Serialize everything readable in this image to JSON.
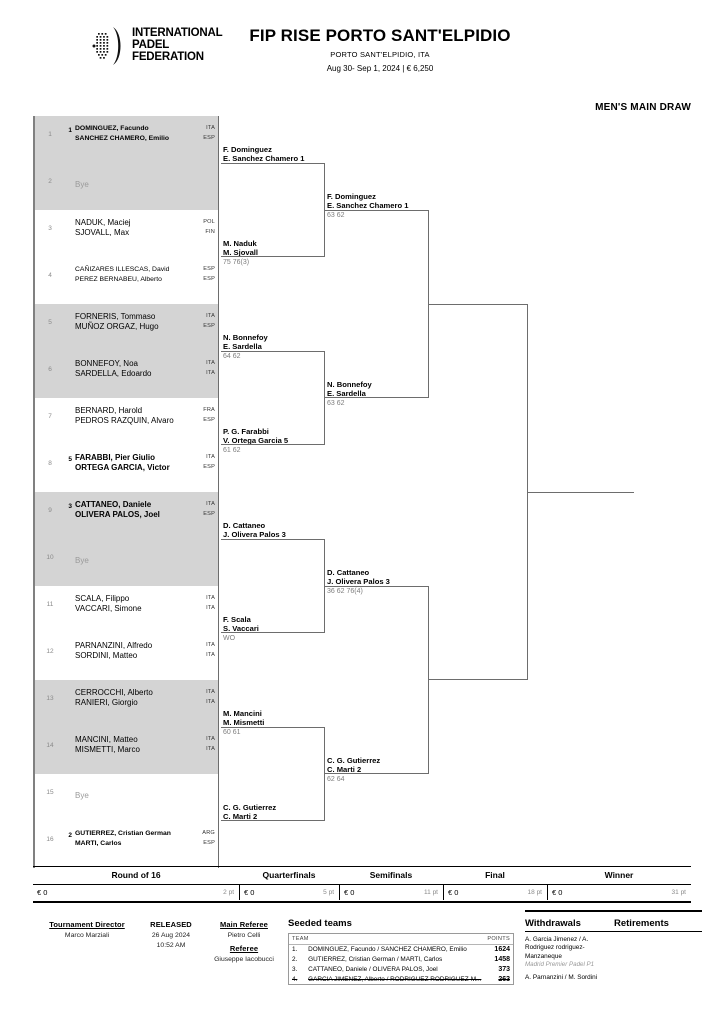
{
  "header": {
    "logo_icon": "ipf-logo-icon",
    "logo_line1": "INTERNATIONAL",
    "logo_line2": "PADEL",
    "logo_line3": "FEDERATION",
    "title": "FIP RISE PORTO SANT'ELPIDIO",
    "city": "PORTO SANT'ELPIDIO, ITA",
    "dates": "Aug 30- Sep 1, 2024  |  € 6,250",
    "draw_label": "MEN'S MAIN DRAW"
  },
  "round1": [
    {
      "line": "1",
      "seed": "1",
      "bold": true,
      "small": true,
      "p1": "DOMINGUEZ, Facundo",
      "p2": "SANCHEZ CHAMERO, Emilio",
      "f1": "ITA",
      "f2": "ESP"
    },
    {
      "line": "2",
      "seed": "",
      "bye": true,
      "bye_text": "Bye"
    },
    {
      "line": "3",
      "seed": "",
      "bold": false,
      "small": false,
      "p1": "NADUK, Maciej",
      "p2": "SJOVALL, Max",
      "f1": "POL",
      "f2": "FIN"
    },
    {
      "line": "4",
      "seed": "",
      "bold": false,
      "small": true,
      "p1": "CAÑIZARES ILLESCAS, David",
      "p2": "PEREZ BERNABEU, Alberto",
      "f1": "ESP",
      "f2": "ESP"
    },
    {
      "line": "5",
      "seed": "",
      "bold": false,
      "small": false,
      "p1": "FORNERIS, Tommaso",
      "p2": "MUÑOZ ORGAZ, Hugo",
      "f1": "ITA",
      "f2": "ESP"
    },
    {
      "line": "6",
      "seed": "",
      "bold": false,
      "small": false,
      "p1": "BONNEFOY, Noa",
      "p2": "SARDELLA, Edoardo",
      "f1": "ITA",
      "f2": "ITA"
    },
    {
      "line": "7",
      "seed": "",
      "bold": false,
      "small": false,
      "p1": "BERNARD, Harold",
      "p2": "PEDROS RAZQUIN, Alvaro",
      "f1": "FRA",
      "f2": "ESP"
    },
    {
      "line": "8",
      "seed": "5",
      "bold": true,
      "small": false,
      "p1": "FARABBI, Pier Giulio",
      "p2": "ORTEGA GARCIA, Victor",
      "f1": "ITA",
      "f2": "ESP"
    },
    {
      "line": "9",
      "seed": "3",
      "bold": true,
      "small": false,
      "p1": "CATTANEO, Daniele",
      "p2": "OLIVERA PALOS, Joel",
      "f1": "ITA",
      "f2": "ESP"
    },
    {
      "line": "10",
      "seed": "",
      "bye": true,
      "bye_text": "Bye"
    },
    {
      "line": "11",
      "seed": "",
      "bold": false,
      "small": false,
      "p1": "SCALA, Filippo",
      "p2": "VACCARI, Simone",
      "f1": "ITA",
      "f2": "ITA"
    },
    {
      "line": "12",
      "seed": "",
      "bold": false,
      "small": false,
      "p1": "PARNANZINI, Alfredo",
      "p2": "SORDINI, Matteo",
      "f1": "ITA",
      "f2": "ITA"
    },
    {
      "line": "13",
      "seed": "",
      "bold": false,
      "small": false,
      "p1": "CERROCCHI, Alberto",
      "p2": "RANIERI, Giorgio",
      "f1": "ITA",
      "f2": "ITA"
    },
    {
      "line": "14",
      "seed": "",
      "bold": false,
      "small": false,
      "p1": "MANCINI, Matteo",
      "p2": "MISMETTI, Marco",
      "f1": "ITA",
      "f2": "ITA"
    },
    {
      "line": "15",
      "seed": "",
      "bye": true,
      "bye_text": "Bye"
    },
    {
      "line": "16",
      "seed": "2",
      "bold": true,
      "small": true,
      "p1": "GUTIERREZ, Cristian German",
      "p2": "MARTI, Carlos",
      "f1": "ARG",
      "f2": "ESP"
    }
  ],
  "round2": [
    {
      "w1": "F. Dominguez",
      "w2": "E. Sanchez Chamero  1",
      "score": ""
    },
    {
      "w1": "M. Naduk",
      "w2": "M. Sjovall",
      "score": "75 76(3)"
    },
    {
      "w1": "N. Bonnefoy",
      "w2": "E. Sardella",
      "score": "64 62"
    },
    {
      "w1": "P. G. Farabbi",
      "w2": "V. Ortega Garcia  5",
      "score": "61 62"
    },
    {
      "w1": "D. Cattaneo",
      "w2": "J. Olivera Palos  3",
      "score": ""
    },
    {
      "w1": "F. Scala",
      "w2": "S. Vaccari",
      "score": "WO"
    },
    {
      "w1": "M. Mancini",
      "w2": "M. Mismetti",
      "score": "60 61"
    },
    {
      "w1": "C. G. Gutierrez",
      "w2": "C. Marti  2",
      "score": ""
    }
  ],
  "round3": [
    {
      "w1": "F. Dominguez",
      "w2": "E. Sanchez Chamero  1",
      "score": "63 62"
    },
    {
      "w1": "N. Bonnefoy",
      "w2": "E. Sardella",
      "score": "63 62"
    },
    {
      "w1": "D. Cattaneo",
      "w2": "J. Olivera Palos  3",
      "score": "36 62 76(4)"
    },
    {
      "w1": "C. G. Gutierrez",
      "w2": "C. Marti  2",
      "score": "62 64"
    }
  ],
  "semifinals": [
    {
      "w1": "",
      "w2": "",
      "score": ""
    },
    {
      "w1": "",
      "w2": "",
      "score": ""
    }
  ],
  "final": [
    {
      "w1": "",
      "w2": "",
      "score": ""
    }
  ],
  "rounds_footer": {
    "columns": [
      {
        "label": "Round of 16",
        "money": "€ 0",
        "points": "2 pt"
      },
      {
        "label": "Quarterfinals",
        "money": "€ 0",
        "points": "5 pt"
      },
      {
        "label": "Semifinals",
        "money": "€ 0",
        "points": "11 pt"
      },
      {
        "label": "Final",
        "money": "€ 0",
        "points": "18 pt"
      },
      {
        "label": "Winner",
        "money": "€ 0",
        "points": "31 pt"
      }
    ]
  },
  "bottom": {
    "tournament_director": {
      "label": "Tournament Director",
      "value": "Marco Marziali"
    },
    "released": {
      "label": "RELEASED",
      "date": "26 Aug 2024",
      "time": "10:52 AM"
    },
    "main_referee": {
      "label": "Main Referee",
      "value": "Pietro Celli"
    },
    "referee": {
      "label": "Referee",
      "value": "Giuseppe Iacobucci"
    },
    "seeded": {
      "title": "Seeded teams",
      "col_team": "TEAM",
      "col_points": "POINTS",
      "rows": [
        {
          "rank": "1.",
          "team": "DOMINGUEZ, Facundo / SANCHEZ CHAMERO, Emilio",
          "points": "1624",
          "struck": false
        },
        {
          "rank": "2.",
          "team": "GUTIERREZ, Cristian German / MARTI, Carlos",
          "points": "1458",
          "struck": false
        },
        {
          "rank": "3.",
          "team": "CATTANEO, Daniele / OLIVERA PALOS, Joel",
          "points": "373",
          "struck": false
        },
        {
          "rank": "4.",
          "team": "GARCIA JIMENEZ, Alberto / RODRIGUEZ RODRIGUEZ-M...",
          "points": "263",
          "struck": true
        }
      ]
    },
    "withdrawals": {
      "title": "Withdrawals",
      "items": [
        {
          "text": "A. Garcia Jimenez / A. Rodriguez rodriguez-Manzaneque",
          "note": "Madrid Premier Padel P1"
        },
        {
          "text": "A. Parnanzini / M. Sordini",
          "note": ""
        }
      ]
    },
    "retirements": {
      "title": "Retirements",
      "items": []
    }
  }
}
